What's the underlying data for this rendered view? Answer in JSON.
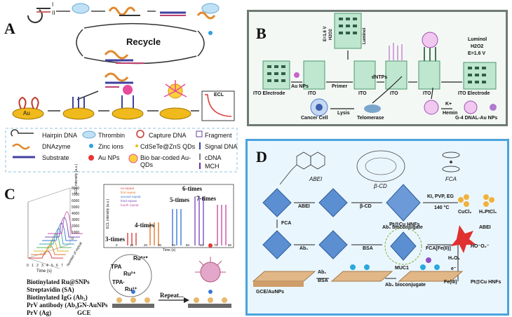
{
  "panels": {
    "A": {
      "letter": "A",
      "hairpin_marks": [
        "I",
        "II"
      ],
      "recycle": "Recycle",
      "ecl_box": "ECL",
      "au": "Au",
      "legend": [
        {
          "icon": "hairpin",
          "text": "Hairpin DNA"
        },
        {
          "icon": "thrombin",
          "text": "Thrombin"
        },
        {
          "icon": "capture",
          "text": "Capture DNA"
        },
        {
          "icon": "fragment",
          "text": "Fragment"
        },
        {
          "icon": "dnazyme",
          "text": "DNAzyme"
        },
        {
          "icon": "zinc",
          "text": "Zinc ions"
        },
        {
          "icon": "qds",
          "text": "CdSeTe@ZnS QDs"
        },
        {
          "icon": "signal",
          "text": "Signal DNA"
        },
        {
          "icon": "substrate",
          "text": "Substrate"
        },
        {
          "icon": "aunps",
          "text": "Au NPs"
        },
        {
          "icon": "barcode",
          "text": "Bio bar-coded Au-QDs"
        },
        {
          "icon": "cdna",
          "text": "cDNA"
        },
        {
          "icon": "mch",
          "text": "MCH"
        }
      ]
    },
    "B": {
      "letter": "B",
      "labels": {
        "ito_electrode_left": "ITO Electrode",
        "au_nps": "Au NPs",
        "ito1": "ITO",
        "primer": "Primer",
        "ito2": "ITO",
        "dntps": "dNTPs",
        "ito3": "ITO",
        "ito4": "ITO",
        "luminol_right": "Luminol",
        "h2o2_right": "H2O2",
        "e_right": "E=1.6 V",
        "ito_electrode_right": "ITO Electrode",
        "e_vert": "E=1.6 V",
        "h2o2_vert": "H2O2",
        "luminol_vert": "Luminol",
        "cancer_cell": "Cancer Cell",
        "lysis": "Lysis",
        "telomerase": "Telomerase",
        "k_plus": "K+",
        "hemin": "Hemin",
        "g4": "G-4 DNAL-Au NPs"
      }
    },
    "C": {
      "letter": "C",
      "plot3d": {
        "ylabel": "ECL intensity (a.u.)",
        "xlabel": "Time (s)",
        "yticks": [
          "8000",
          "7000",
          "6000",
          "5000",
          "4000",
          "3000",
          "2000",
          "1000",
          "0"
        ],
        "xticks": [
          "0",
          "1",
          "2",
          "3",
          "4",
          "5",
          "6",
          "7"
        ],
        "depth_label": "Number of repeat"
      },
      "inset": {
        "ylabel": "ECL intensity (a.u.)",
        "xlabel": "Time (s)",
        "legend": [
          "no repeat",
          "first repeat",
          "second repeat",
          "third repeat",
          "fourth repeat"
        ],
        "xticks": [
          "0",
          "10",
          "20",
          "30",
          "40",
          "50",
          "60",
          "70",
          "80"
        ],
        "peaks": [
          {
            "label": "3-times"
          },
          {
            "label": "4-times"
          },
          {
            "label": "5-times"
          },
          {
            "label": "6-times"
          },
          {
            "label": "7-times"
          }
        ]
      },
      "chart_data": {
        "type": "line",
        "xlabel": "Time (s)",
        "ylabel": "ECL intensity (a.u.)",
        "series": [
          {
            "name": "3-times",
            "peak": 1800
          },
          {
            "name": "4-times",
            "peak": 3300
          },
          {
            "name": "5-times",
            "peak": 5200
          },
          {
            "name": "6-times",
            "peak": 7000
          },
          {
            "name": "7-times",
            "peak": 5800
          }
        ]
      },
      "species_list": [
        "Biotinylated Ru@SNPs",
        "Streptavidin (SA)",
        "Biotinylated IgG (Ab₂)",
        "PrV antibody (Ab₁)",
        "PrV (Ag)",
        "GN-AuNPs",
        "GCE"
      ],
      "cycle": {
        "tpa": "TPA",
        "tpa_dot": "TPA·",
        "ru": "Ru²⁺",
        "ru_star": "Ru²⁺*",
        "ru3": "Ru³⁺"
      },
      "repeat": "Repeat..."
    },
    "D": {
      "letter": "D",
      "structures": {
        "abei": "ABEI",
        "bcd": "β-CD",
        "fca": "FCA"
      },
      "labels": {
        "kl_pvp": "KI, PVP, EG",
        "temp": "140 °C",
        "cucl2": "CuCl₂",
        "h2ptcl6": "H₂PtCl₆",
        "abei_small": "ABEI",
        "bcd_small": "β-CD",
        "pt_cu": "Pt@Cu HNFs",
        "fca_small": "FCA",
        "ab1": "Ab₁",
        "bsa": "BSA",
        "ab1_bioconj": "Ab₁ bioconjugate",
        "fca_fe": "FCA[Fe(II)]",
        "abei_right": "ABEI",
        "ho_o": "HO⁻O₂⁻",
        "h2o2": "H₂O₂",
        "fe3": "Fe(III)",
        "pt_cu_right": "Pt@Cu HNFs",
        "gce": "GCE/AuNPs",
        "ab1_b": "Ab₁",
        "bsa_b": "BSA",
        "muc1": "MUC1",
        "ab2_bioconj": "Ab₂ bioconjugate",
        "eminus": "e⁻"
      }
    }
  }
}
